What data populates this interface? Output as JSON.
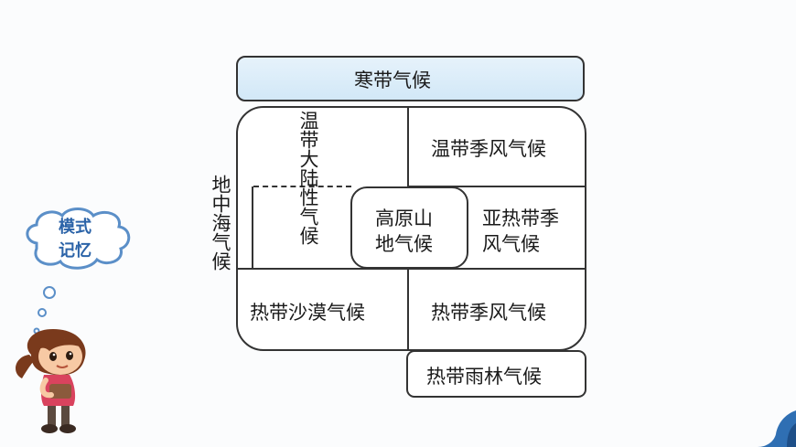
{
  "colors": {
    "accent_blue": "#2b63a8",
    "cold_fill": "#d9ecf8",
    "line": "#333333"
  },
  "diagram": {
    "cold_zone": "寒带气候",
    "temperate_continental": "温带大陆性气候",
    "temperate_monsoon": "温带季风气候",
    "mediterranean": "地中海气候",
    "plateau_mountain_line1": "高原山",
    "plateau_mountain_line2": "地气候",
    "subtropical_monsoon_line1": "亚热带季",
    "subtropical_monsoon_line2": "风气候",
    "tropical_desert": "热带沙漠气候",
    "tropical_monsoon": "热带季风气候",
    "tropical_rainforest": "热带雨林气候"
  },
  "badge": {
    "line1": "模式",
    "line2": "记忆",
    "icon": "thought-cloud-icon"
  },
  "character_icon": "girl-thinking-icon"
}
